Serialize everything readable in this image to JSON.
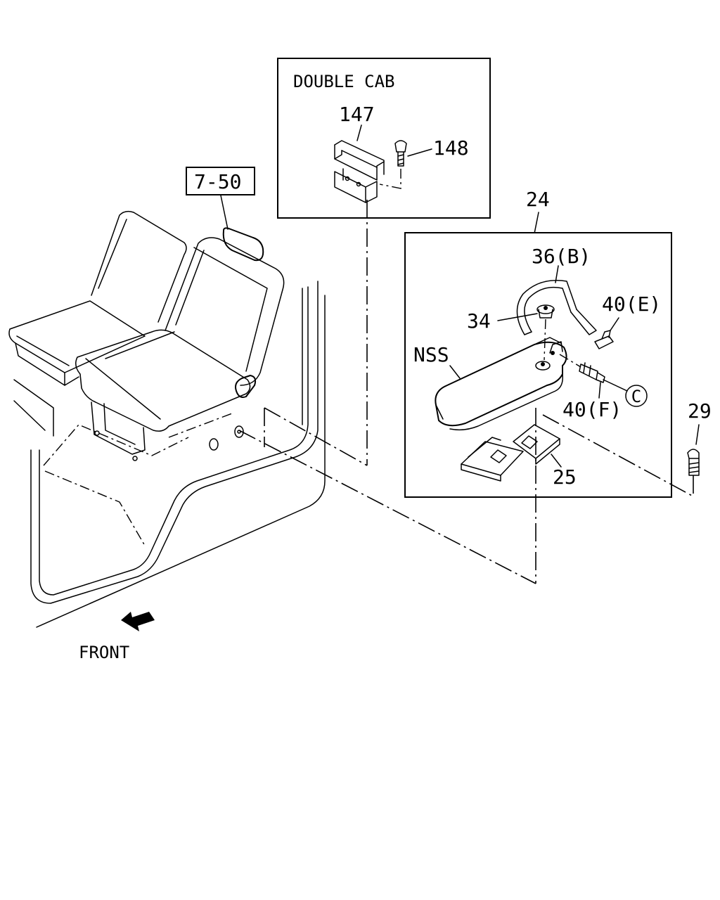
{
  "inset_double_cab": {
    "title": "DOUBLE CAB",
    "labels": [
      "147",
      "148"
    ]
  },
  "inset_assembly": {
    "number": "24",
    "labels": [
      "36(B)",
      "40(E)",
      "34",
      "NSS",
      "40(F)",
      "25"
    ],
    "connector_ref": "C"
  },
  "callouts": {
    "seat_reference": "7-50",
    "bolt": "29"
  },
  "direction": {
    "label": "FRONT"
  }
}
